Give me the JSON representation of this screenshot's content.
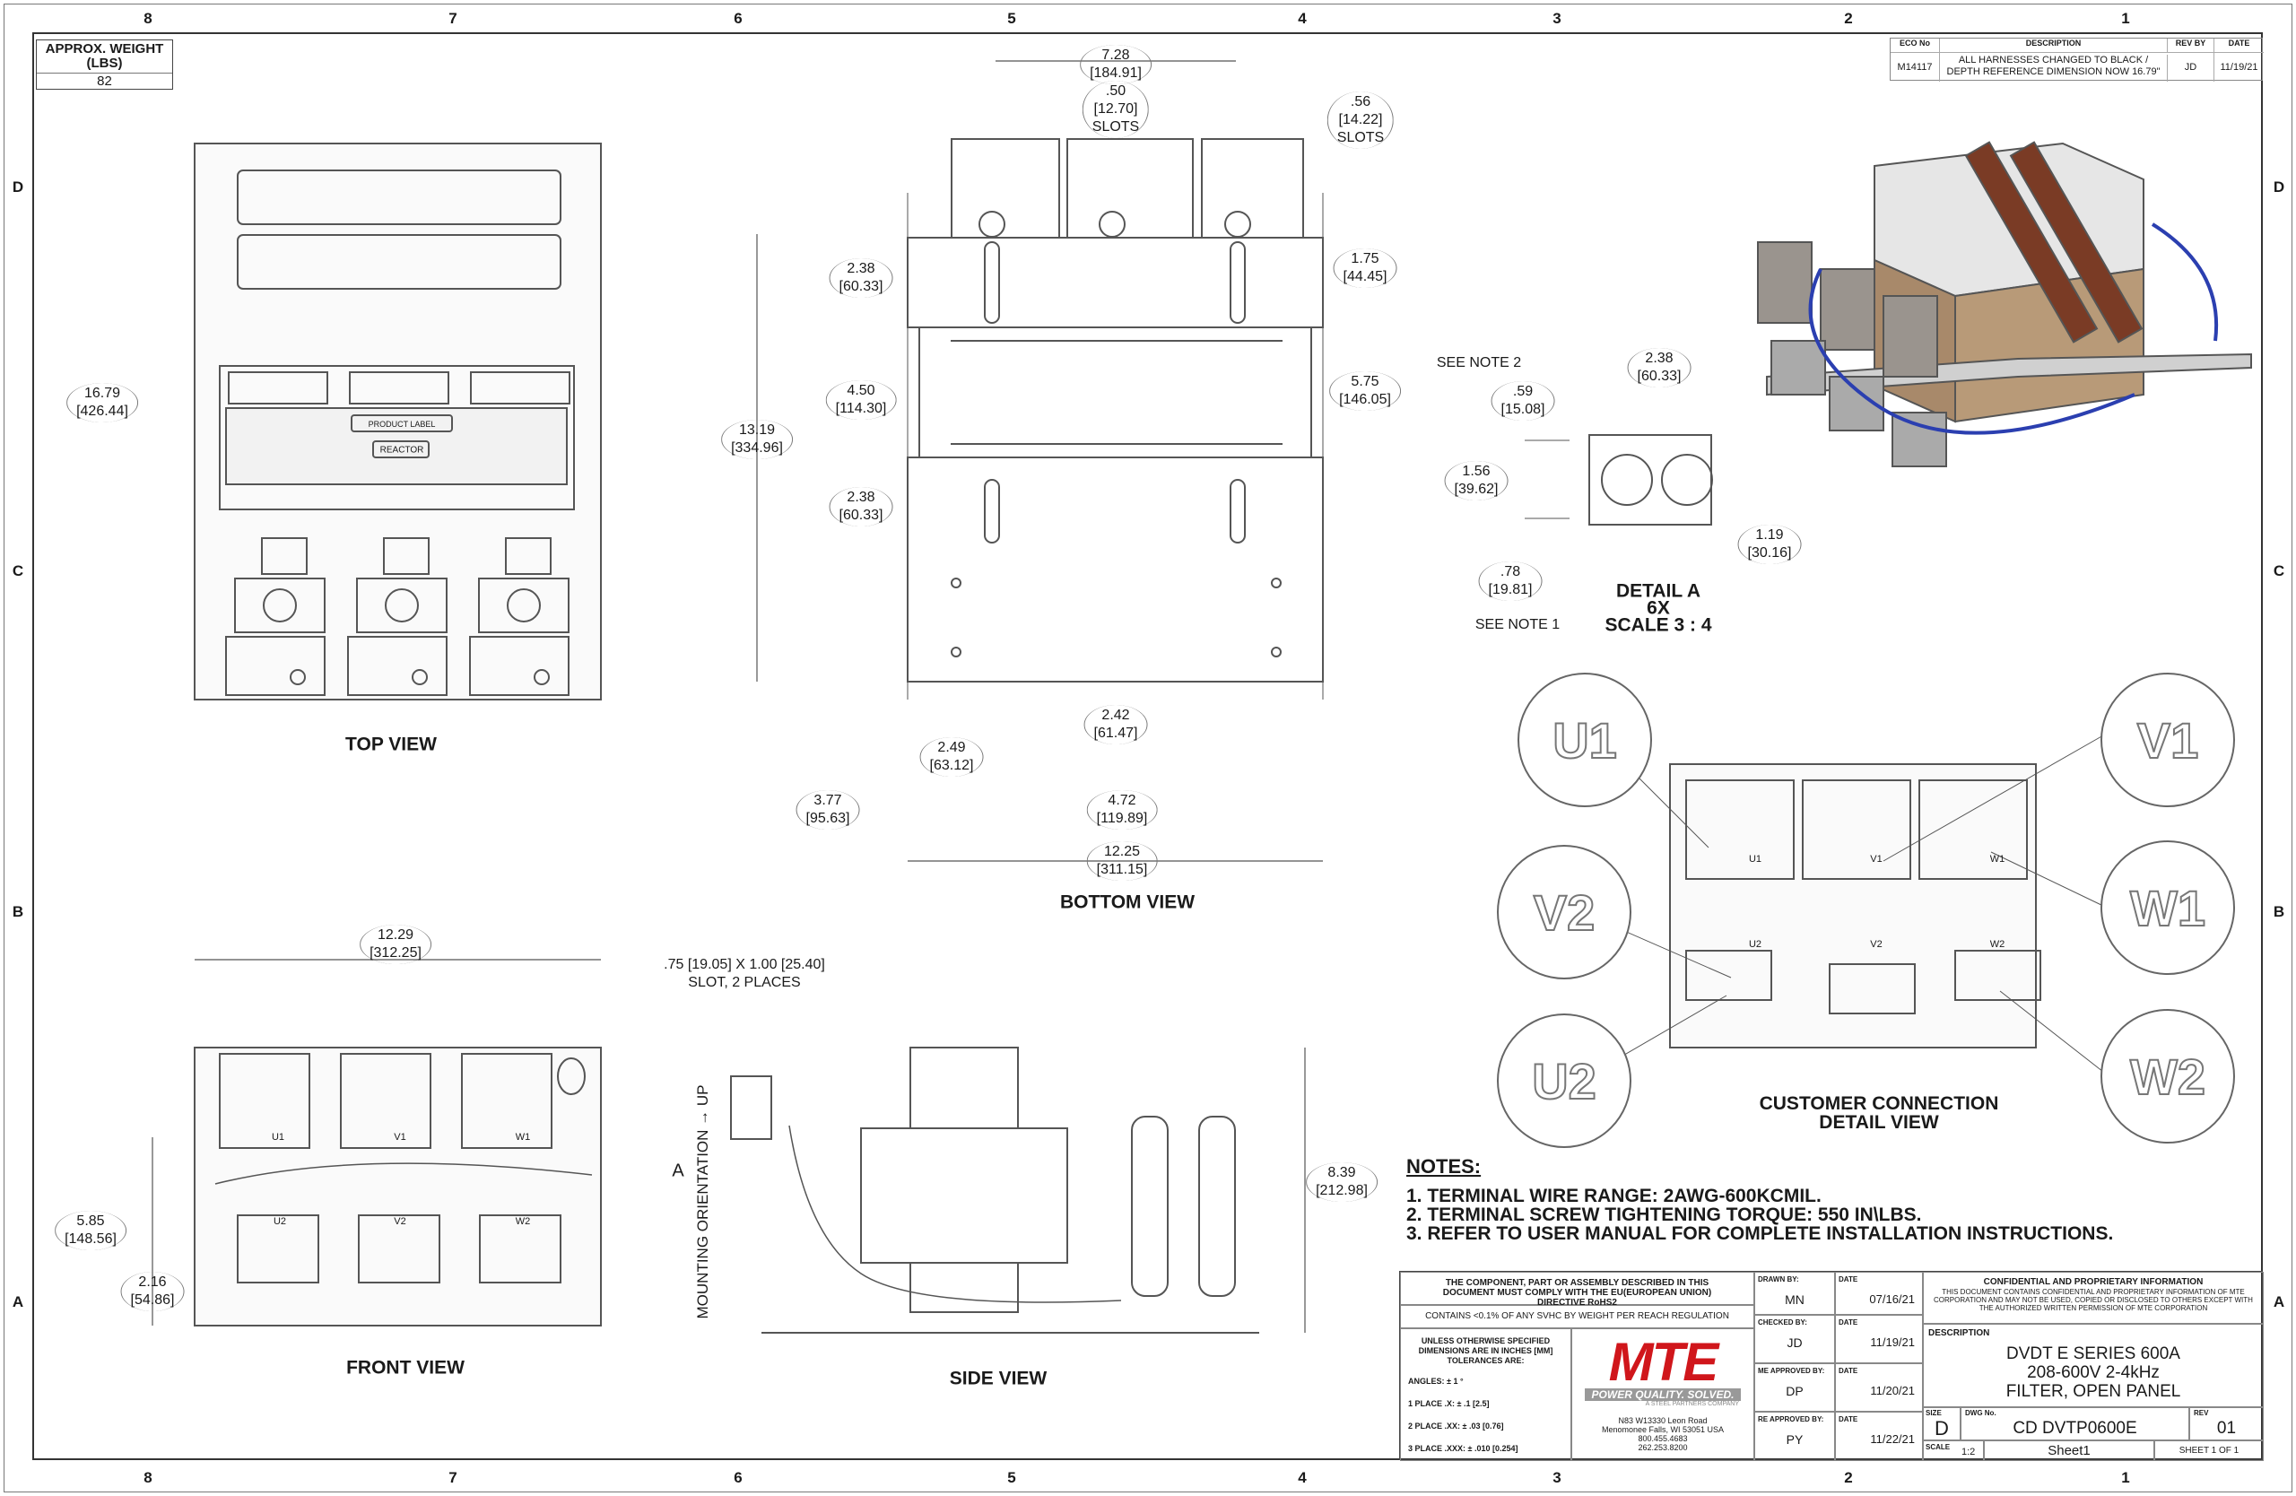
{
  "zones": {
    "cols": [
      "8",
      "7",
      "6",
      "5",
      "4",
      "3",
      "2",
      "1"
    ],
    "rows": [
      "D",
      "C",
      "B",
      "A"
    ]
  },
  "weight": {
    "label": "APPROX. WEIGHT (LBS)",
    "value": "82"
  },
  "revision": {
    "headers": [
      "ECO No",
      "DESCRIPTION",
      "REV BY",
      "DATE"
    ],
    "row": {
      "eco": "M14117",
      "description_1": "ALL HARNESSES CHANGED TO BLACK /",
      "description_2": "DEPTH REFERENCE DIMENSION NOW 16.79\"",
      "rev_by": "JD",
      "date": "11/19/21"
    }
  },
  "views": {
    "top": "TOP VIEW",
    "bottom": "BOTTOM VIEW",
    "front": "FRONT VIEW",
    "side": "SIDE VIEW",
    "detail_1": "DETAIL A",
    "detail_2": "6X",
    "detail_3": "SCALE 3 : 4",
    "customer_1": "CUSTOMER CONNECTION",
    "customer_2": "DETAIL VIEW",
    "product_label": "PRODUCT LABEL",
    "reactor": "REACTOR"
  },
  "dims": {
    "top_depth": [
      "16.79",
      "[426.44]"
    ],
    "b_728": [
      "7.28",
      "[184.91]"
    ],
    "b_050": [
      ".50",
      "[12.70]",
      "SLOTS"
    ],
    "b_056": [
      ".56",
      "[14.22]",
      "SLOTS"
    ],
    "b_238a": [
      "2.38",
      "[60.33]"
    ],
    "b_175": [
      "1.75",
      "[44.45]"
    ],
    "b_450": [
      "4.50",
      "[114.30]"
    ],
    "b_1319": [
      "13.19",
      "[334.96]"
    ],
    "b_575": [
      "5.75",
      "[146.05]"
    ],
    "b_238b": [
      "2.38",
      "[60.33]"
    ],
    "b_249": [
      "2.49",
      "[63.12]"
    ],
    "b_242": [
      "2.42",
      "[61.47]"
    ],
    "b_377": [
      "3.77",
      "[95.63]"
    ],
    "b_472": [
      "4.72",
      "[119.89]"
    ],
    "b_1225": [
      "12.25",
      "[311.15]"
    ],
    "d_238": [
      "2.38",
      "[60.33]"
    ],
    "d_059": [
      ".59",
      "[15.08]"
    ],
    "d_156": [
      "1.56",
      "[39.62]"
    ],
    "d_119": [
      "1.19",
      "[30.16]"
    ],
    "d_078": [
      ".78",
      "[19.81]"
    ],
    "f_1229": [
      "12.29",
      "[312.25]"
    ],
    "f_585": [
      "5.85",
      "[148.56]"
    ],
    "f_216": [
      "2.16",
      "[54.86]"
    ],
    "s_839": [
      "8.39",
      "[212.98]"
    ]
  },
  "callouts": {
    "see_note_2": "SEE NOTE 2",
    "see_note_1": "SEE NOTE 1",
    "slot_1": ".75 [19.05] X 1.00 [25.40]",
    "slot_2": "SLOT, 2 PLACES",
    "detail_ref": "A",
    "mounting": "MOUNTING ORIENTATION → UP"
  },
  "terminals": [
    "U1",
    "V1",
    "W1",
    "U2",
    "V2",
    "W2"
  ],
  "notes": {
    "heading": "NOTES:",
    "items": [
      "1.  TERMINAL WIRE RANGE: 2AWG-600KCMIL.",
      "2.  TERMINAL SCREW TIGHTENING TORQUE: 550 IN\\LBS.",
      "3.  REFER TO USER MANUAL FOR COMPLETE INSTALLATION INSTRUCTIONS."
    ]
  },
  "title_block": {
    "rohs": "THE COMPONENT, PART OR ASSEMBLY DESCRIBED IN THIS DOCUMENT MUST COMPLY WITH THE EU(EUROPEAN UNION) DIRECTIVE RoHS2",
    "svhc": "CONTAINS <0.1% OF ANY SVHC BY WEIGHT PER REACH REGULATION",
    "tol_head": "UNLESS OTHERWISE SPECIFIED DIMENSIONS ARE IN INCHES [MM] TOLERANCES ARE:",
    "tol_angles": "ANGLES: ± 1 °",
    "tol_1": "1 PLACE .X: ± .1 [2.5]",
    "tol_2": "2 PLACE .XX: ± .03 [0.76]",
    "tol_3": "3 PLACE .XXX: ± .010 [0.254]",
    "logo": "MTE",
    "tagline": "POWER QUALITY. SOLVED.",
    "steel": "A STEEL PARTNERS COMPANY",
    "address": [
      "N83 W13330 Leon Road",
      "Menomonee Falls, WI 53051 USA",
      "800.455.4683",
      "262.253.8200"
    ],
    "signatures": [
      {
        "role": "DRAWN BY:",
        "name": "MN",
        "date_label": "DATE",
        "date": "07/16/21"
      },
      {
        "role": "CHECKED BY:",
        "name": "JD",
        "date_label": "DATE",
        "date": "11/19/21"
      },
      {
        "role": "ME APPROVED BY:",
        "name": "DP",
        "date_label": "DATE",
        "date": "11/20/21"
      },
      {
        "role": "RE APPROVED BY:",
        "name": "PY",
        "date_label": "DATE",
        "date": "11/22/21"
      }
    ],
    "conf_head": "CONFIDENTIAL AND PROPRIETARY INFORMATION",
    "conf_text": "THIS DOCUMENT CONTAINS CONFIDENTIAL AND PROPRIETARY INFORMATION OF MTE CORPORATION AND MAY NOT BE USED, COPIED OR DISCLOSED TO OTHERS EXCEPT WITH THE AUTHORIZED WRITTEN PERMISSION OF MTE CORPORATION",
    "desc_label": "DESCRIPTION",
    "desc": [
      "DVDT E SERIES 600A",
      "208-600V 2-4kHz",
      "FILTER, OPEN PANEL"
    ],
    "size_label": "SIZE",
    "size": "D",
    "dwg_label": "DWG No.",
    "dwg": "CD DVTP0600E",
    "rev_label": "REV",
    "rev": "01",
    "scale_label": "SCALE",
    "scale": "1:2",
    "sheet_name": "Sheet1",
    "sheet": "SHEET 1  OF 1"
  },
  "colors": {
    "brand_red": "#d0161b",
    "line": "#555555",
    "copper": "#b06a3a",
    "harness": "#2b3fb0"
  }
}
